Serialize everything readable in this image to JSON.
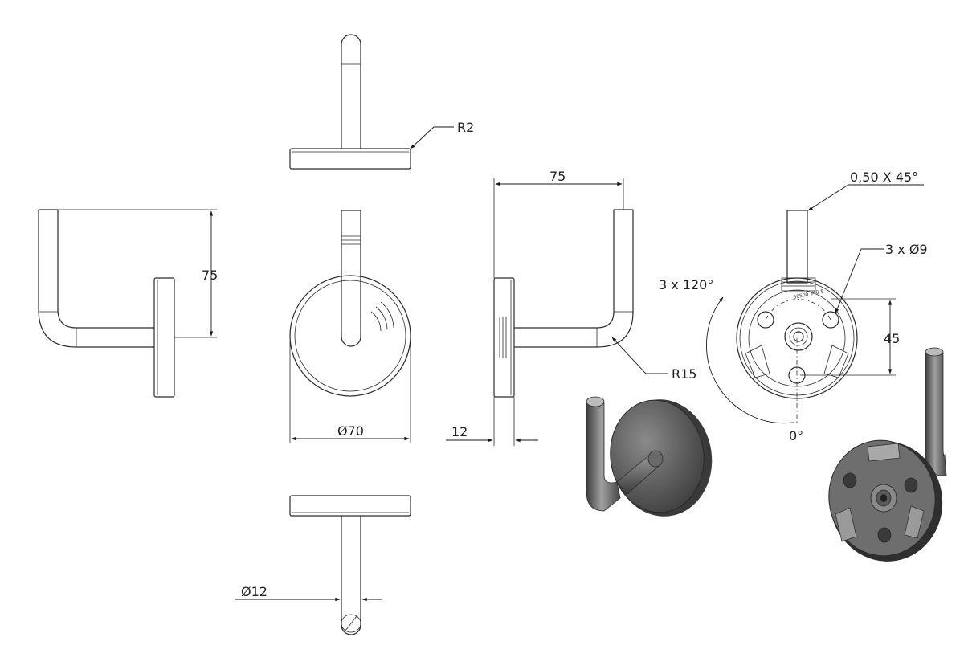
{
  "colors": {
    "line": "#2a2a2a",
    "shade_dark": "#4a4a4a",
    "shade_mid": "#7a7a7a",
    "shade_light": "#b8b8b8"
  },
  "dimensions": {
    "r2": "R2",
    "height_75": "75",
    "dia_70": "Ø70",
    "width_75": "75",
    "thickness_12": "12",
    "r15": "R15",
    "dia_12": "Ø12",
    "chamfer": "0,50 X 45°",
    "holes": "3 x Ø9",
    "angle": "3 x 120°",
    "spacing_45": "45",
    "zero_deg": "0°"
  },
  "engraving": "50500 340-8"
}
